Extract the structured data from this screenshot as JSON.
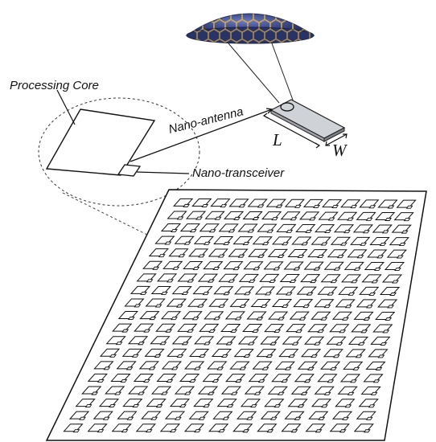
{
  "labels": {
    "processing_core": "Processing Core",
    "nano_antenna": "Nano-antenna",
    "nano_transceiver": "Nano-transceiver",
    "length_var": "L",
    "width_var": "W"
  },
  "grid": {
    "rows": 19,
    "cols": 13
  },
  "colors": {
    "stroke": "#111111",
    "graphene_dark": "#3c4a8a",
    "graphene_atom": "#e0b24a",
    "antenna_fill": "#cfd2d6"
  }
}
